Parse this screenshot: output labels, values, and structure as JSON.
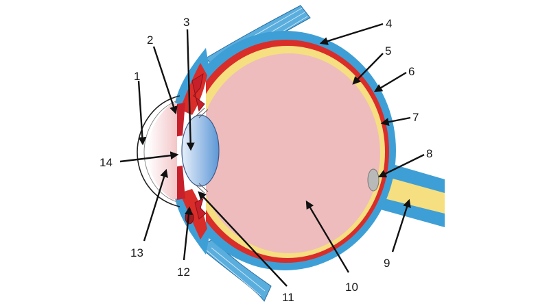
{
  "diagram": {
    "labels": {
      "l1": "1",
      "l2": "2",
      "l3": "3",
      "l4": "4",
      "l5": "5",
      "l6": "6",
      "l7": "7",
      "l8": "8",
      "l9": "9",
      "l10": "10",
      "l11": "11",
      "l12": "12",
      "l13": "13",
      "l14": "14"
    },
    "colors": {
      "sclera": "#3e9fd6",
      "choroid": "#d92d2a",
      "retina": "#f6df80",
      "vitreous": "#eebcbd",
      "lens": "#6fa6dc",
      "cornea": "#ffffff",
      "optic_disc": "#b9b9b9",
      "iris": "#c8202a"
    }
  }
}
